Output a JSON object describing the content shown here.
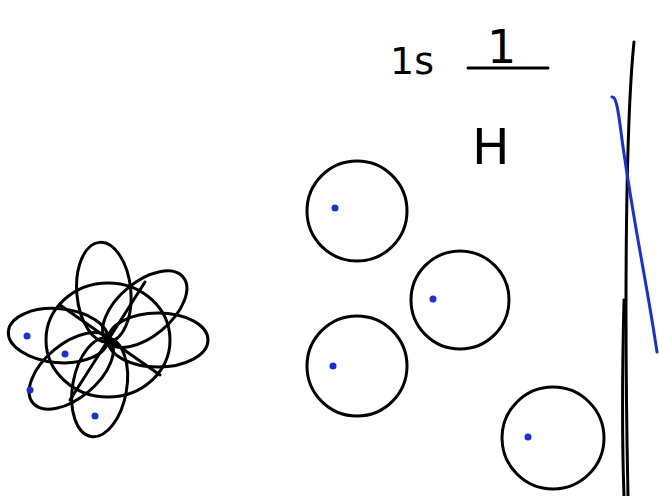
{
  "diagram": {
    "labels": [
      "1s",
      "1",
      "H"
    ]
  }
}
